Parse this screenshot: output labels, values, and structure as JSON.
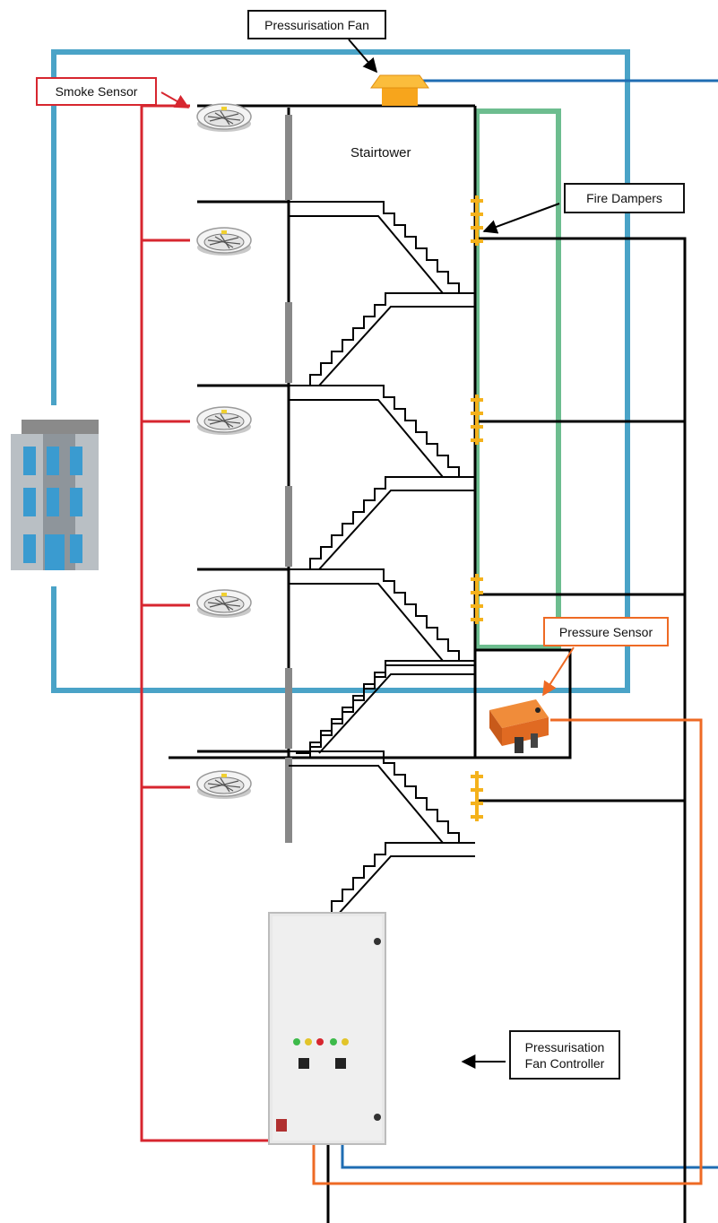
{
  "labels": {
    "pressurisation_fan": "Pressurisation Fan",
    "smoke_sensor": "Smoke Sensor",
    "stairtower": "Stairtower",
    "fire_dampers": "Fire Dampers",
    "pressure_sensor": "Pressure Sensor",
    "fan_controller_line1": "Pressurisation",
    "fan_controller_line2": "Fan Controller"
  },
  "counts": {
    "floors": 5,
    "fire_dampers": 4
  },
  "colors": {
    "duct_blue": "#4aa3c7",
    "green_shaft": "#6dbd8f",
    "smoke_red": "#d7262f",
    "pressure_orange": "#ee6a24",
    "control_blue": "#1f6db3",
    "damper_yellow": "#f4b21c"
  },
  "icons": [
    "fan-icon",
    "smoke-detector-icon",
    "fire-damper-icon",
    "pressure-sensor-icon",
    "building-icon",
    "control-panel-icon"
  ]
}
